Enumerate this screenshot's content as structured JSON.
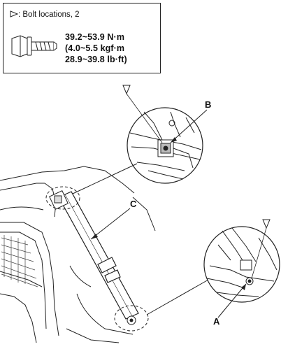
{
  "legend": {
    "symbol_icon": "triangle-outline-icon",
    "caption": ": Bolt locations, 2",
    "torque": [
      "39.2~53.9 N·m",
      "(4.0~5.5 kgf·m",
      "28.9~39.8 lb·ft)"
    ],
    "bolt_icon": "hex-flange-bolt-icon"
  },
  "callouts": {
    "a": "A",
    "b": "B",
    "c": "C"
  },
  "colors": {
    "line": "#222222",
    "paper": "#ffffff"
  }
}
